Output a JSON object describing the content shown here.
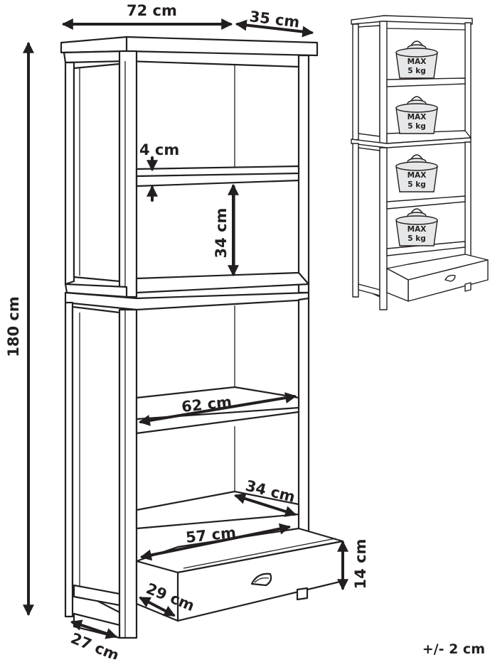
{
  "dimensions": {
    "width": "72 cm",
    "depth": "35 cm",
    "height": "180 cm",
    "shelf_thickness": "4 cm",
    "shelf_gap": "34 cm",
    "inner_width": "62 cm",
    "drawer_depth": "34 cm",
    "drawer_width": "57 cm",
    "drawer_height": "14 cm",
    "drawer_inner_depth": "29 cm",
    "leg_depth": "27 cm"
  },
  "tolerance": "+/- 2 cm",
  "weight_badges": [
    {
      "line1": "MAX",
      "line2": "5 kg"
    },
    {
      "line1": "MAX",
      "line2": "5 kg"
    },
    {
      "line1": "MAX",
      "line2": "5 kg"
    },
    {
      "line1": "MAX",
      "line2": "5 kg"
    }
  ],
  "colors": {
    "line": "#231f20",
    "background": "#ffffff",
    "weight_fill": "#e6e7e8"
  },
  "icons": [
    "weight-icon",
    "drawer-handle-icon"
  ]
}
